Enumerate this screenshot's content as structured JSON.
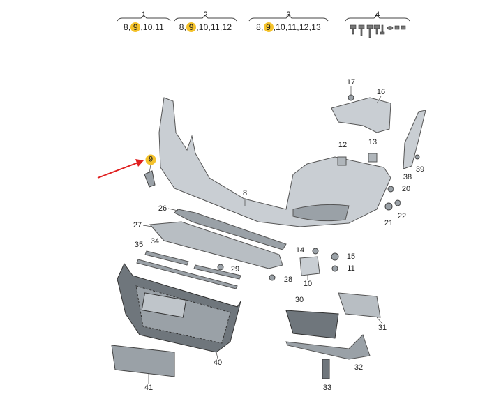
{
  "groups": [
    {
      "number": "1",
      "items": [
        "8",
        "9",
        "10",
        "11"
      ]
    },
    {
      "number": "2",
      "items": [
        "8",
        "9",
        "10",
        "11",
        "12"
      ]
    },
    {
      "number": "3",
      "items": [
        "8",
        "9",
        "10",
        "11",
        "12",
        "13"
      ]
    },
    {
      "number": "4",
      "items": []
    }
  ],
  "highlighted_part": "9",
  "highlight_color": "#f4c22b",
  "arrow_color": "#e02020",
  "part_labels": [
    "17",
    "16",
    "12",
    "13",
    "39",
    "38",
    "20",
    "8",
    "9",
    "26",
    "21",
    "22",
    "27",
    "35",
    "34",
    "14",
    "15",
    "29",
    "11",
    "28",
    "10",
    "30",
    "31",
    "40",
    "32",
    "41",
    "33"
  ]
}
